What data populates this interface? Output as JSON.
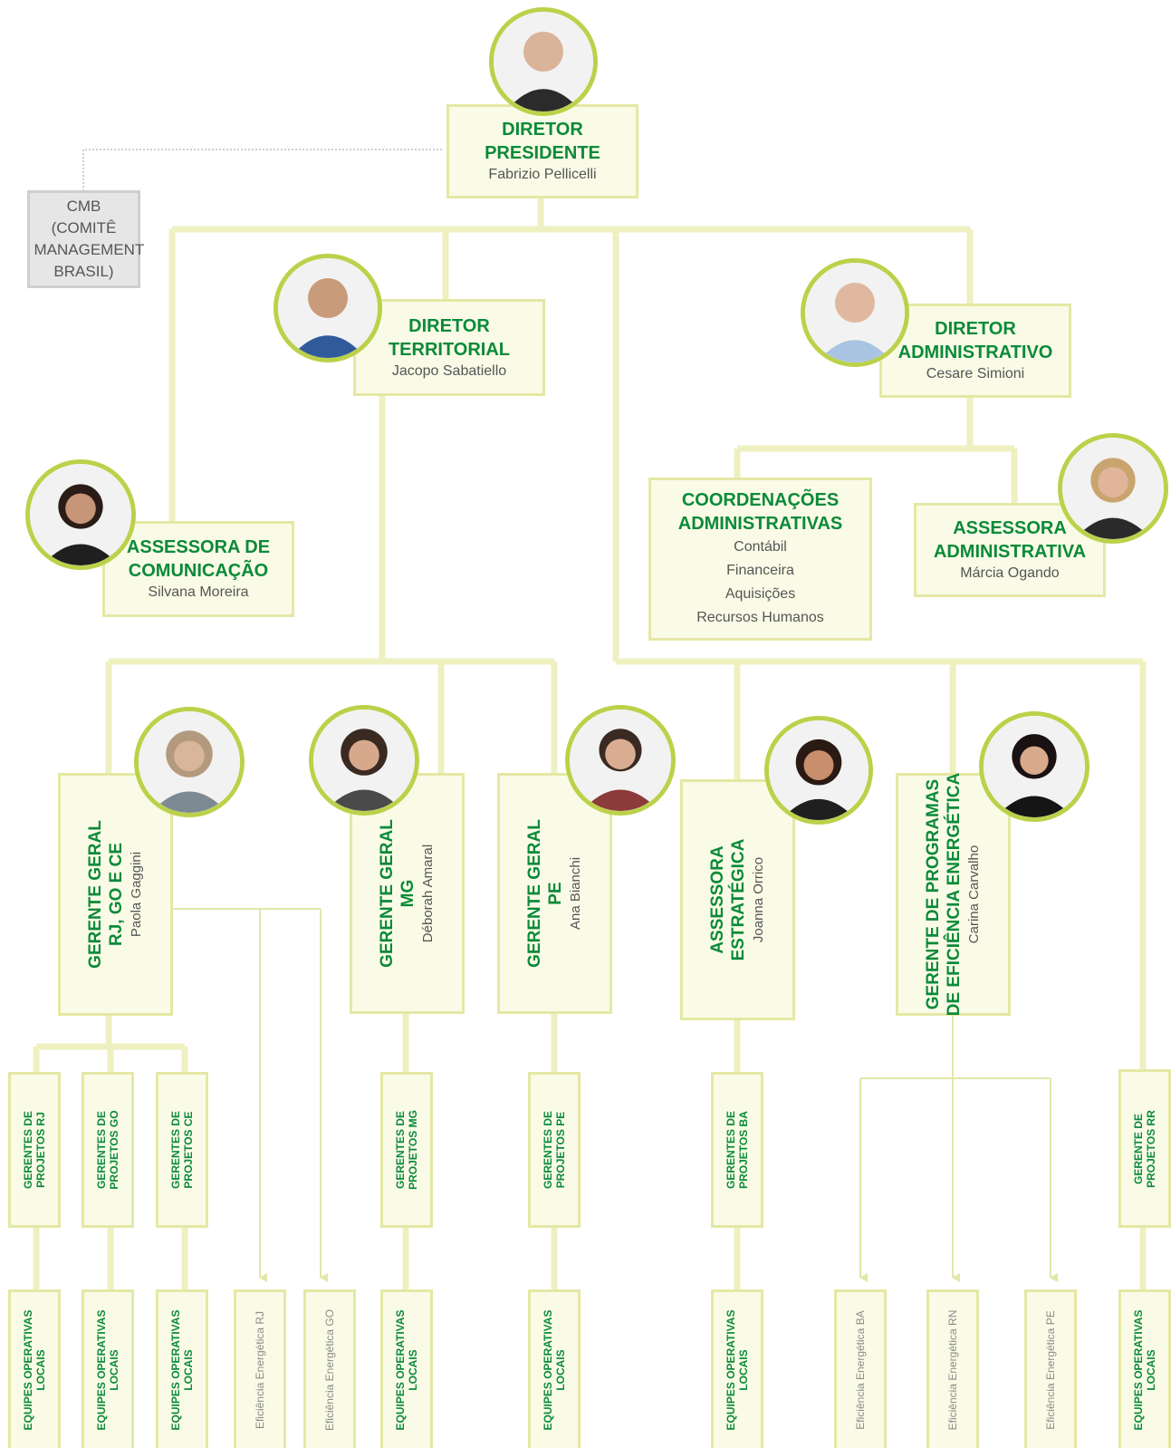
{
  "colors": {
    "title": "#0b8a3a",
    "box_border": "#e4e8a4",
    "connector": "#eef0c0",
    "avatar_ring": "#bcd14a"
  },
  "cmb": {
    "label": "CMB (COMITÊ MANAGEMENT BRASIL)"
  },
  "presidente": {
    "title_1": "DIRETOR",
    "title_2": "PRESIDENTE",
    "name": "Fabrizio Pellicelli"
  },
  "territorial": {
    "title_1": "DIRETOR",
    "title_2": "TERRITORIAL",
    "name": "Jacopo Sabatiello"
  },
  "administrativo": {
    "title_1": "DIRETOR",
    "title_2": "ADMINISTRATIVO",
    "name": "Cesare Simioni"
  },
  "comunicacao": {
    "title_1": "ASSESSORA DE",
    "title_2": "COMUNICAÇÃO",
    "name": "Silvana Moreira"
  },
  "coordenacoes": {
    "title_1": "COORDENAÇÕES",
    "title_2": "ADMINISTRATIVAS",
    "items": [
      "Contábil",
      "Financeira",
      "Aquisições",
      "Recursos Humanos"
    ]
  },
  "assessora_adm": {
    "title_1": "ASSESSORA",
    "title_2": "ADMINISTRATIVA",
    "name": "Márcia Ogando"
  },
  "gerente_rj": {
    "title_1": "GERENTE GERAL",
    "title_2": "RJ, GO E CE",
    "name": "Paola Gaggini"
  },
  "gerente_mg": {
    "title_1": "GERENTE GERAL",
    "title_2": "MG",
    "name": "Déborah Amaral"
  },
  "gerente_pe": {
    "title_1": "GERENTE GERAL",
    "title_2": "PE",
    "name": "Ana Bianchi"
  },
  "assessora_estrategica": {
    "title_1": "ASSESSORA",
    "title_2": "ESTRATÉGICA",
    "name": "Joanna Orrico"
  },
  "gerente_eficiencia": {
    "title_1": "GERENTE DE PROGRAMAS",
    "title_2": "DE EFICIÊNCIA ENERGÉTICA",
    "name": "Carina Carvalho"
  },
  "projetos": [
    {
      "l1": "GERENTES DE",
      "l2": "PROJETOS RJ"
    },
    {
      "l1": "GERENTES DE",
      "l2": "PROJETOS GO"
    },
    {
      "l1": "GERENTES DE",
      "l2": "PROJETOS CE"
    },
    {
      "l1": "GERENTES DE",
      "l2": "PROJETOS MG"
    },
    {
      "l1": "GERENTES DE",
      "l2": "PROJETOS PE"
    },
    {
      "l1": "GERENTES DE",
      "l2": "PROJETOS BA"
    },
    {
      "l1": "GERENTE DE",
      "l2": "PROJETOS RR"
    }
  ],
  "equipes": {
    "l1": "EQUIPES OPERATIVAS",
    "l2": "LOCAIS"
  },
  "eficiencia": [
    "Eficiência Energética RJ",
    "Eficiência Energética GO",
    "Eficiência Energética BA",
    "Eficiência Energética RN",
    "Eficiência Energética PE"
  ]
}
